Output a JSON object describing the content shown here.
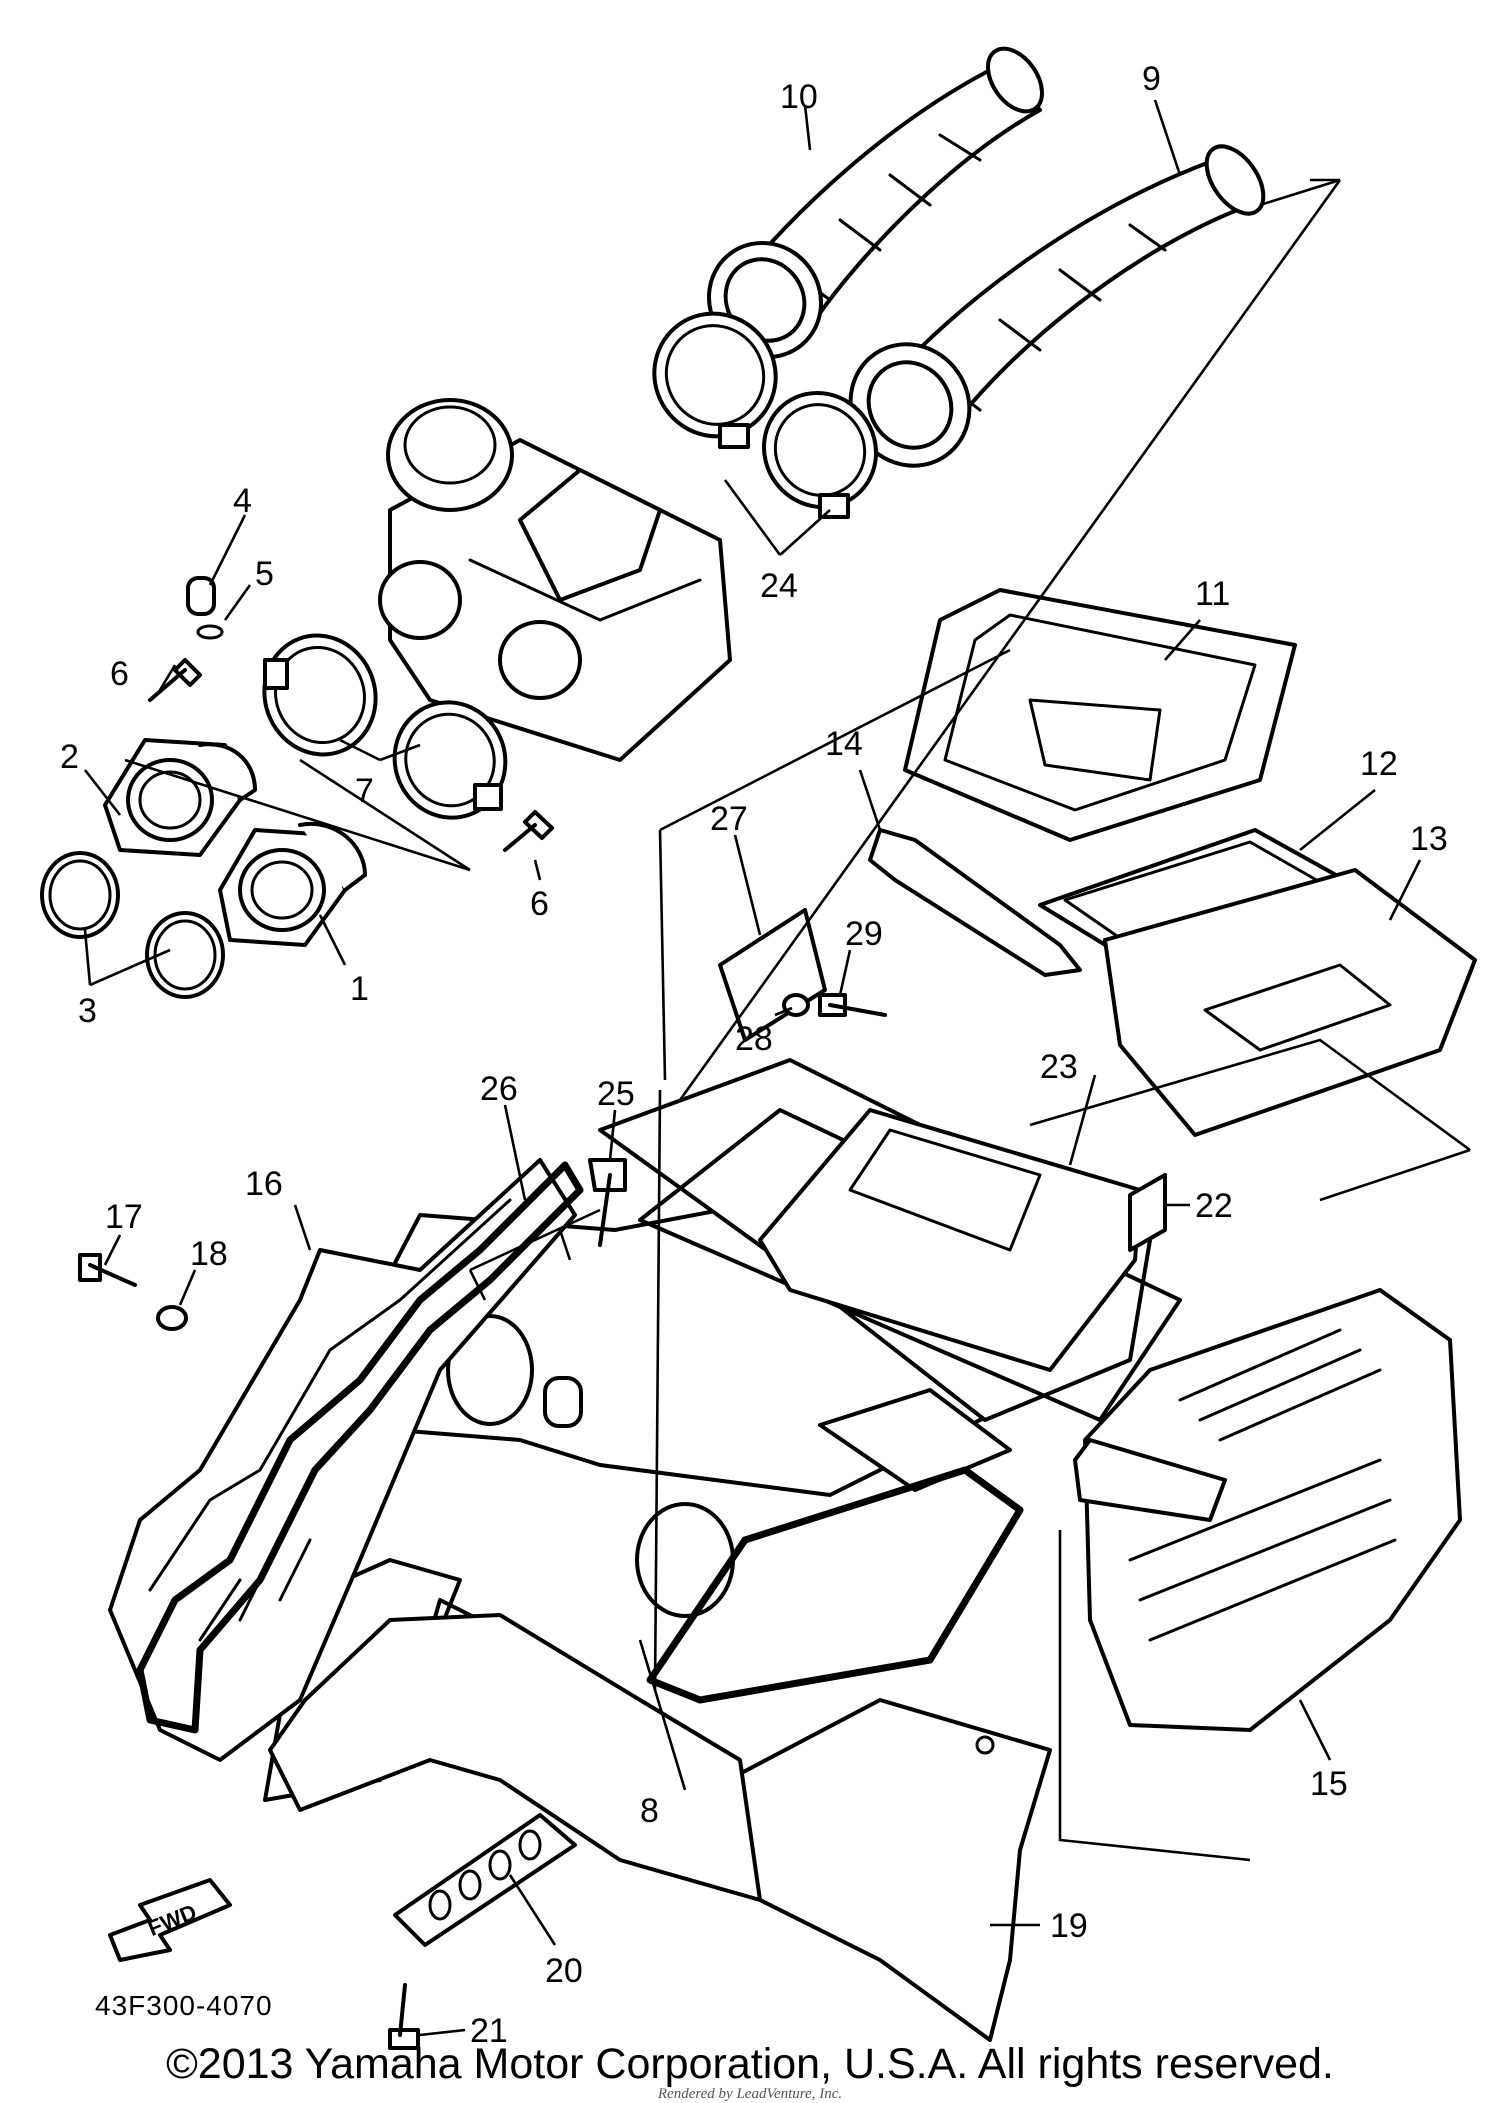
{
  "diagram": {
    "callouts": [
      "1",
      "2",
      "3",
      "4",
      "5",
      "6",
      "6",
      "7",
      "8",
      "9",
      "10",
      "11",
      "12",
      "13",
      "14",
      "15",
      "16",
      "17",
      "18",
      "19",
      "20",
      "21",
      "22",
      "23",
      "24",
      "25",
      "26",
      "27",
      "28",
      "29"
    ],
    "fwd_label": "FWD",
    "diagram_code": "43F300-4070"
  },
  "footer": {
    "copyright": "©2013 Yamaha Motor Corporation, U.S.A. All rights reserved.",
    "rendered_by": "Rendered by LeadVenture, Inc."
  }
}
